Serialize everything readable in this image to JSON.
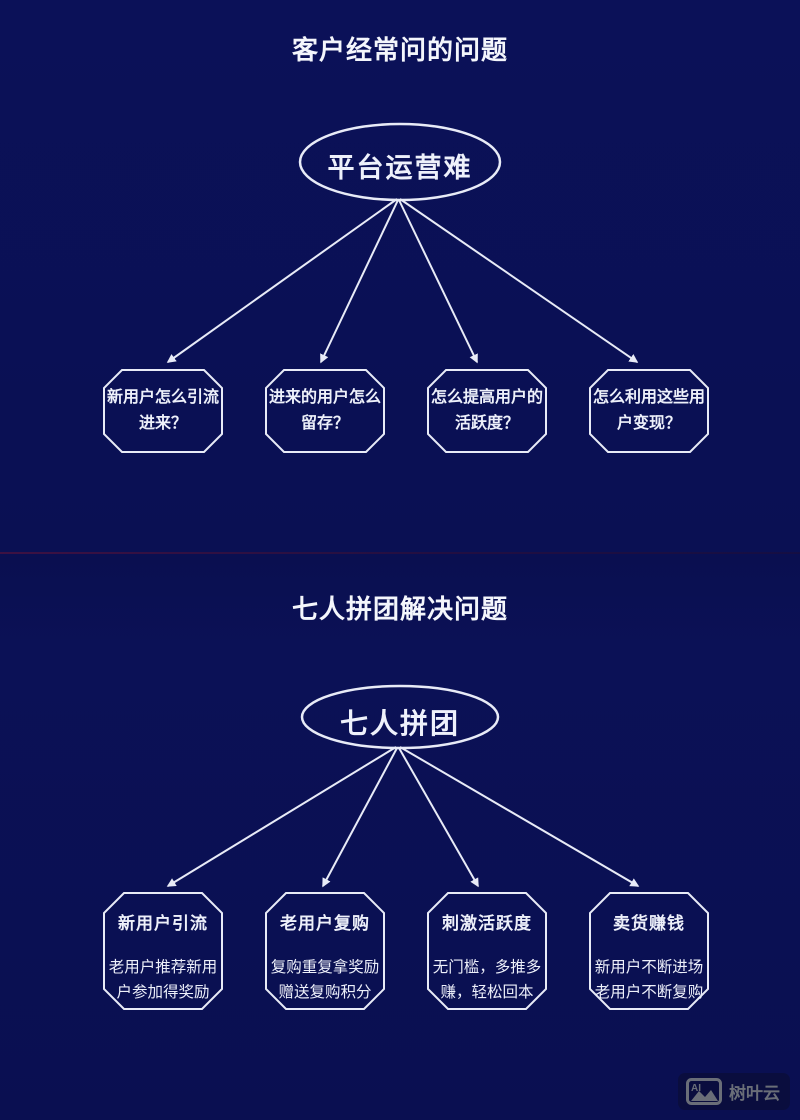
{
  "page": {
    "background_color": "#0b1156",
    "line_color": "#e8ebf7",
    "divider_color": "#4a1240"
  },
  "section1": {
    "title": "客户经常问的问题",
    "root_label": "平台运营难",
    "boxes": [
      {
        "label": "新用户怎么引流进来？"
      },
      {
        "label": "进来的用户怎么留存？"
      },
      {
        "label": "怎么提高用户的活跃度？"
      },
      {
        "label": "怎么利用这些用户变现？"
      }
    ]
  },
  "section2": {
    "title": "七人拼团解决问题",
    "root_label": "七人拼团",
    "boxes": [
      {
        "title": "新用户引流",
        "desc": "老用户推荐新用户参加得奖励"
      },
      {
        "title": "老用户复购",
        "desc": "复购重复拿奖励赠送复购积分"
      },
      {
        "title": "刺激活跃度",
        "desc": "无门槛，多推多赚，轻松回本"
      },
      {
        "title": "卖货赚钱",
        "desc": "新用户不断进场老用户不断复购"
      }
    ]
  },
  "watermark": {
    "icon_text": "AI",
    "label": "树叶云"
  }
}
